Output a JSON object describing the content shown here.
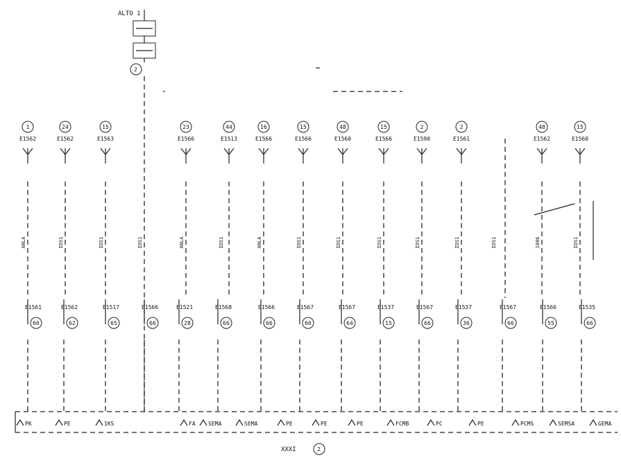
{
  "source_label": "ALTO 1",
  "drop_node": "2",
  "title": "XXXI",
  "title_node": "2",
  "top_branches": [
    {
      "num": "1",
      "code": "E1562"
    },
    {
      "num": "24",
      "code": "E1562"
    },
    {
      "num": "15",
      "code": "E1563"
    },
    {
      "num": "23",
      "code": "E1566"
    },
    {
      "num": "44",
      "code": "E1513"
    },
    {
      "num": "16",
      "code": "E1566"
    },
    {
      "num": "15",
      "code": "E1566"
    },
    {
      "num": "48",
      "code": "E1560"
    },
    {
      "num": "15",
      "code": "E1566"
    },
    {
      "num": "2",
      "code": "E1590"
    },
    {
      "num": "2",
      "code": "E1561"
    },
    {
      "num": "48",
      "code": "E1562"
    },
    {
      "num": "15",
      "code": "E1560"
    }
  ],
  "cable_labels": [
    "ANLA",
    "IDS1",
    "IDS1",
    "IDS1",
    "ANLA",
    "IDS1",
    "ANLA",
    "IDS1",
    "IDS1",
    "IDS1",
    "IDS1",
    "IDS1",
    "IDS1",
    "1086",
    "IDS1"
  ],
  "bottom_codes": [
    "E1561",
    "E1562",
    "E1517",
    "E1566",
    "E1521",
    "E1568",
    "E1566",
    "E1567",
    "E1567",
    "E1537",
    "E1567",
    "E1537",
    "E1567",
    "E1566",
    "E1535"
  ],
  "bottom_nums": [
    "66",
    "62",
    "65",
    "66",
    "28",
    "66",
    "66",
    "66",
    "64",
    "15",
    "66",
    "36",
    "66",
    "55",
    "66"
  ],
  "bus_labels": [
    "PK",
    "PE",
    "1KS",
    "",
    "FA",
    "SEMA",
    "SEMA",
    "PE",
    "PE",
    "PE",
    "FCMB",
    "PC",
    "PE",
    "PCMS",
    "SEMSA",
    "GEMA"
  ]
}
